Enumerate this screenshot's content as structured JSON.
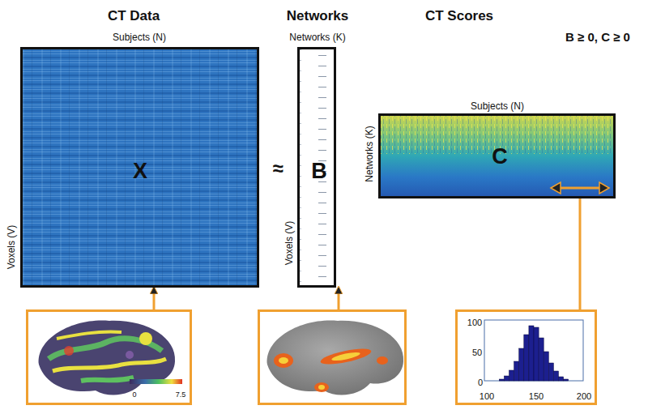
{
  "diagram": {
    "nodes": [
      {
        "text": [
          "X"
        ]
      },
      {
        "text": [
          "B"
        ]
      },
      {
        "text": [
          "C"
        ]
      },
      {
        "text": [
          "0",
          "7.5"
        ]
      },
      {
        "text": []
      },
      {
        "text": [
          "100",
          "50",
          "0",
          "100",
          "150",
          "200"
        ]
      }
    ],
    "edges": [
      {
        "from": 3,
        "to": 0,
        "arrow": "to"
      },
      {
        "from": 4,
        "to": 1,
        "arrow": "to"
      },
      {
        "from": 5,
        "to": 2,
        "arrow": "none"
      }
    ],
    "labels": [
      "CT Data",
      "Networks",
      "CT Scores",
      "B ≥ 0, C ≥ 0",
      "Subjects (N)",
      "Voxels (V)",
      "≈",
      "Networks (K)",
      "Voxels (V)",
      "Subjects (N)",
      "Networks (K)"
    ]
  }
}
